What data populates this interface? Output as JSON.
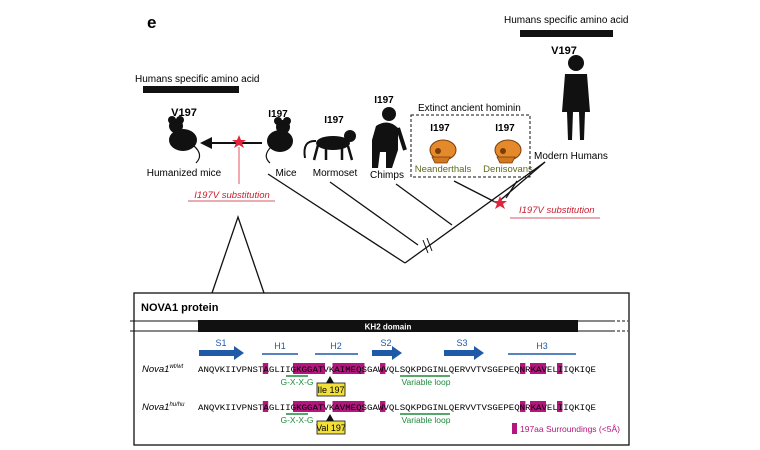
{
  "panel_letter": "e",
  "left_annotation": {
    "title": "Humans specific amino acid",
    "residue": "V197"
  },
  "right_annotation": {
    "title": "Humans specific amino acid",
    "residue": "V197"
  },
  "species": {
    "humanized_mice": {
      "label": "Humanized mice",
      "residue": ""
    },
    "mice": {
      "label": "Mice",
      "residue": "I197"
    },
    "marmoset": {
      "label": "Mormoset",
      "residue": "I197"
    },
    "chimps": {
      "label": "Chimps",
      "residue": "I197"
    },
    "neanderthals": {
      "label": "Neanderthals",
      "residue": "I197"
    },
    "denisovans": {
      "label": "Denisovans",
      "residue": "I197"
    },
    "modern_humans": {
      "label": "Modern Humans",
      "residue": ""
    }
  },
  "extinct_box_label": "Extinct ancient  hominin",
  "substitutions": {
    "left": "I197V substitution",
    "right": "I197V substitution"
  },
  "protein_panel": {
    "title": "NOVA1 protein",
    "domain": "KH2 domain",
    "structure_elements": [
      "S1",
      "H1",
      "H2",
      "S2",
      "S3",
      "H3"
    ],
    "wt_label": "Nova1",
    "wt_sup": "wt/wt",
    "hu_label": "Nova1",
    "hu_sup": "hu/hu",
    "wt_sequence": "ANQVKIIVPNSTAGLIIGKGGATVKAIMEQSGAWVQLSQKPDGINLQERVVTVSGEPEQNRKAVELIIQKIQE",
    "hu_sequence": "ANQVKIIVPNSTAGLIIGKGGATVKAVMEQSGAWVQLSQKPDGINLQERVVTVSGEPEQNRKAVELIIQKIQE",
    "gxxg": "G-X-X-G",
    "variable_loop": "Variable loop",
    "ile_tag": "Ile 197",
    "val_tag": "Val 197",
    "legend": "197aa Surroundings (<5Å)",
    "colors": {
      "highlight": "#b5157e",
      "tag_fill": "#f2df3a",
      "helix": "#1f5aa8",
      "motif": "#1e8a3c",
      "star": "#e0253b"
    }
  }
}
